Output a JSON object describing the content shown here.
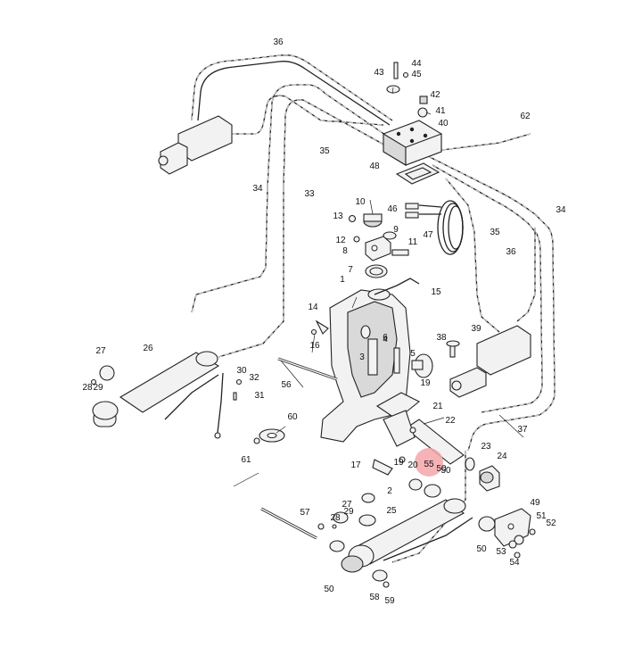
{
  "diagram": {
    "labels": [
      "1",
      "2",
      "3",
      "4",
      "5",
      "6",
      "7",
      "8",
      "9",
      "10",
      "11",
      "12",
      "13",
      "14",
      "15",
      "16",
      "17",
      "19",
      "19",
      "20",
      "21",
      "22",
      "23",
      "24",
      "25",
      "26",
      "27",
      "27",
      "28",
      "28",
      "29",
      "29",
      "30",
      "31",
      "32",
      "33",
      "34",
      "34",
      "35",
      "35",
      "36",
      "36",
      "37",
      "38",
      "39",
      "40",
      "41",
      "42",
      "43",
      "44",
      "45",
      "46",
      "47",
      "48",
      "49",
      "50",
      "50",
      "50",
      "50",
      "51",
      "52",
      "53",
      "54",
      "55",
      "56",
      "57",
      "58",
      "59",
      "60",
      "61",
      "62"
    ],
    "highlight": {
      "label": "55",
      "color": "#f4a6aa"
    },
    "colors": {
      "line": "#222222",
      "fill": "#f2f2f2",
      "shade": "#d9d9d9"
    }
  }
}
